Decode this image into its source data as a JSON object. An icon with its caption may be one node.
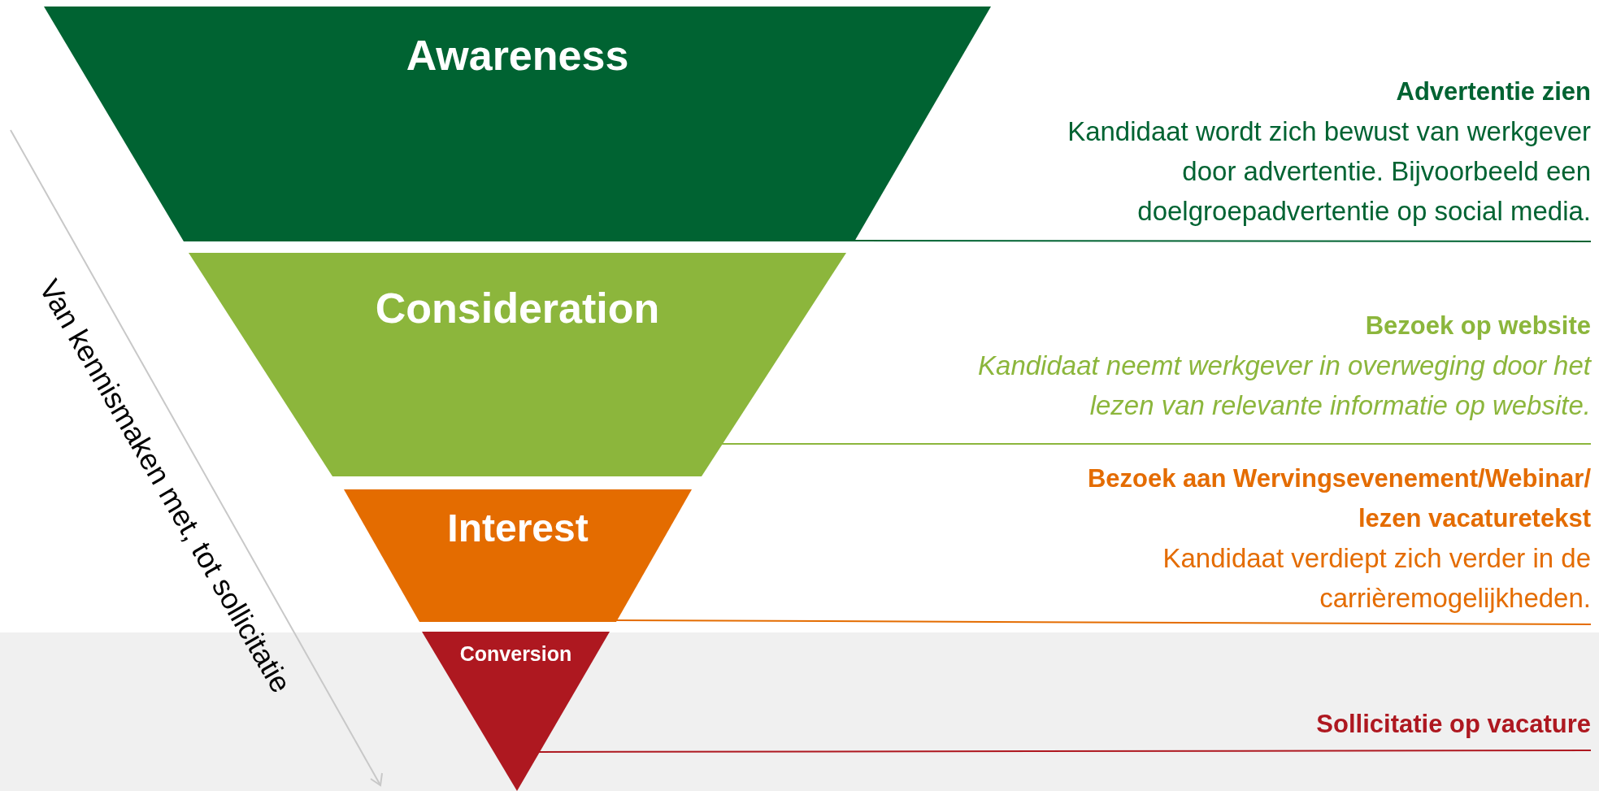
{
  "diagram": {
    "nodes": [
      {
        "text": [
          "Awareness"
        ],
        "beside": [
          "Advertentie zien",
          "Kandidaat wordt zich bewust van werkgever door advertentie. Bijvoorbeeld een doelgroepadvertentie op social media."
        ]
      },
      {
        "text": [
          "Consideration"
        ],
        "beside": [
          "Bezoek op website",
          "Kandidaat neemt werkgever in overweging door het lezen van relevante informatie op website."
        ]
      },
      {
        "text": [
          "Interest"
        ],
        "beside": [
          "Bezoek aan Wervingsevenement/Webinar/ lezen vacaturetekst",
          "Kandidaat verdiept zich verder in de carrièremogelijkheden."
        ]
      },
      {
        "text": [
          "Conversion"
        ]
      }
    ],
    "labels": [
      "Van kennismaken met, tot sollicitatie",
      "Sollicitatie op vacature"
    ]
  }
}
